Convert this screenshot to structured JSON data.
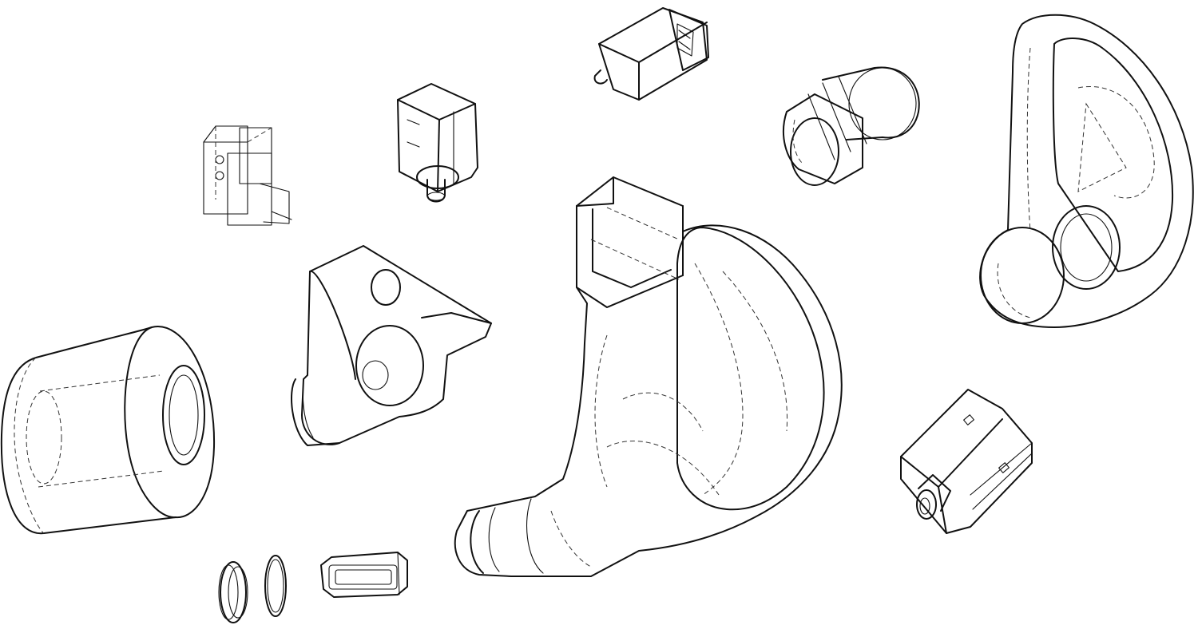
{
  "figure": {
    "kind": "exploded-view patent line drawing",
    "components": [
      "foam-ear-tip",
      "faceplate-shell",
      "main-earpiece-housing",
      "nozzle-adapter",
      "bracket-component",
      "wire-clip-frame",
      "balanced-armature-driver",
      "vent-plug",
      "dynamic-driver",
      "balanced-armature-driver-2",
      "o-rings",
      "acoustic-filter"
    ]
  },
  "colors": {
    "ink": "#111111",
    "background": "#ffffff"
  }
}
